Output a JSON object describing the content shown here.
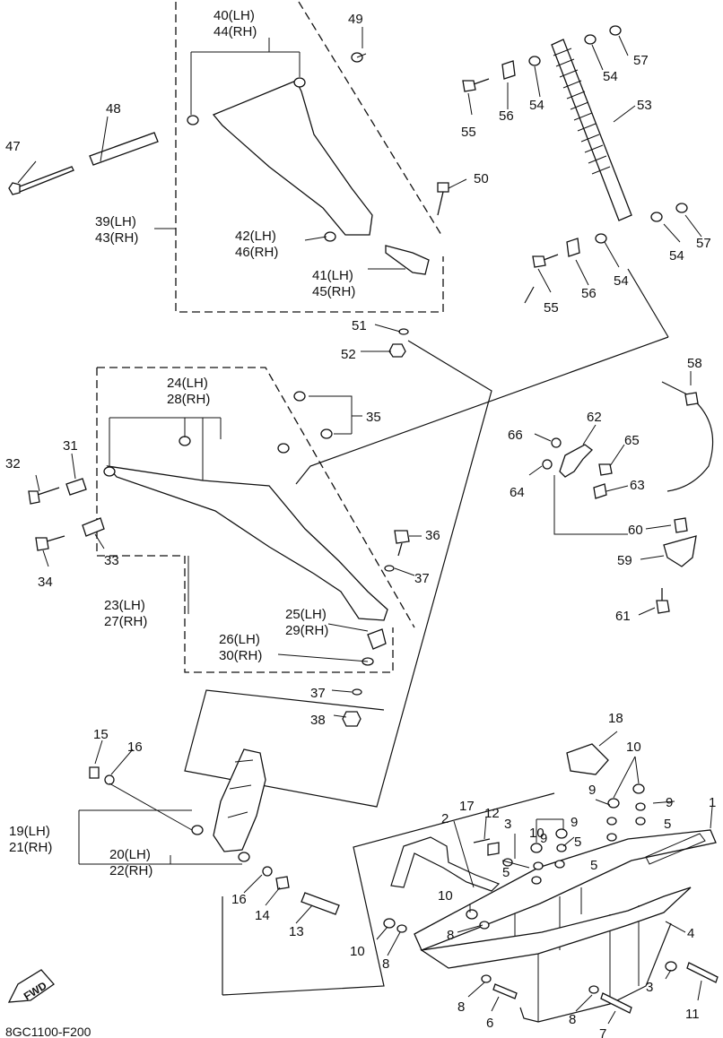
{
  "diagram_code": "8GC1100-F200",
  "fwd_label": "FWD",
  "callouts": [
    {
      "id": "c40",
      "text": "40(LH)"
    },
    {
      "id": "c44",
      "text": "44(RH)"
    },
    {
      "id": "c49",
      "text": "49"
    },
    {
      "id": "c48",
      "text": "48"
    },
    {
      "id": "c47",
      "text": "47"
    },
    {
      "id": "c39",
      "text": "39(LH)"
    },
    {
      "id": "c43",
      "text": "43(RH)"
    },
    {
      "id": "c42",
      "text": "42(LH)"
    },
    {
      "id": "c46",
      "text": "46(RH)"
    },
    {
      "id": "c41",
      "text": "41(LH)"
    },
    {
      "id": "c45",
      "text": "45(RH)"
    },
    {
      "id": "c50",
      "text": "50"
    },
    {
      "id": "c51",
      "text": "51"
    },
    {
      "id": "c52",
      "text": "52"
    },
    {
      "id": "c57a",
      "text": "57"
    },
    {
      "id": "c54a",
      "text": "54"
    },
    {
      "id": "c54b",
      "text": "54"
    },
    {
      "id": "c56a",
      "text": "56"
    },
    {
      "id": "c55a",
      "text": "55"
    },
    {
      "id": "c53",
      "text": "53"
    },
    {
      "id": "c54c",
      "text": "54"
    },
    {
      "id": "c57b",
      "text": "57"
    },
    {
      "id": "c54d",
      "text": "54"
    },
    {
      "id": "c56b",
      "text": "56"
    },
    {
      "id": "c55b",
      "text": "55"
    },
    {
      "id": "c24",
      "text": "24(LH)"
    },
    {
      "id": "c28",
      "text": "28(RH)"
    },
    {
      "id": "c35",
      "text": "35"
    },
    {
      "id": "c31",
      "text": "31"
    },
    {
      "id": "c32",
      "text": "32"
    },
    {
      "id": "c33",
      "text": "33"
    },
    {
      "id": "c34",
      "text": "34"
    },
    {
      "id": "c36",
      "text": "36"
    },
    {
      "id": "c37a",
      "text": "37"
    },
    {
      "id": "c23",
      "text": "23(LH)"
    },
    {
      "id": "c27",
      "text": "27(RH)"
    },
    {
      "id": "c25",
      "text": "25(LH)"
    },
    {
      "id": "c29",
      "text": "29(RH)"
    },
    {
      "id": "c26",
      "text": "26(LH)"
    },
    {
      "id": "c30",
      "text": "30(RH)"
    },
    {
      "id": "c37b",
      "text": "37"
    },
    {
      "id": "c38",
      "text": "38"
    },
    {
      "id": "c58",
      "text": "58"
    },
    {
      "id": "c62",
      "text": "62"
    },
    {
      "id": "c66",
      "text": "66"
    },
    {
      "id": "c65",
      "text": "65"
    },
    {
      "id": "c64",
      "text": "64"
    },
    {
      "id": "c63",
      "text": "63"
    },
    {
      "id": "c60",
      "text": "60"
    },
    {
      "id": "c59",
      "text": "59"
    },
    {
      "id": "c61",
      "text": "61"
    },
    {
      "id": "c15",
      "text": "15"
    },
    {
      "id": "c16a",
      "text": "16"
    },
    {
      "id": "c19",
      "text": "19(LH)"
    },
    {
      "id": "c21",
      "text": "21(RH)"
    },
    {
      "id": "c20",
      "text": "20(LH)"
    },
    {
      "id": "c22",
      "text": "22(RH)"
    },
    {
      "id": "c16b",
      "text": "16"
    },
    {
      "id": "c14",
      "text": "14"
    },
    {
      "id": "c13",
      "text": "13"
    },
    {
      "id": "c18",
      "text": "18"
    },
    {
      "id": "c10a",
      "text": "10"
    },
    {
      "id": "c9a",
      "text": "9"
    },
    {
      "id": "c9b",
      "text": "9"
    },
    {
      "id": "c5a",
      "text": "5"
    },
    {
      "id": "c1",
      "text": "1"
    },
    {
      "id": "c17",
      "text": "17"
    },
    {
      "id": "c12",
      "text": "12"
    },
    {
      "id": "c3a",
      "text": "3"
    },
    {
      "id": "c10b",
      "text": "10"
    },
    {
      "id": "c9c",
      "text": "9"
    },
    {
      "id": "c9d",
      "text": "9"
    },
    {
      "id": "c5b",
      "text": "5"
    },
    {
      "id": "c5c",
      "text": "5"
    },
    {
      "id": "c2",
      "text": "2"
    },
    {
      "id": "c5d",
      "text": "5"
    },
    {
      "id": "c10c",
      "text": "10"
    },
    {
      "id": "c8a",
      "text": "8"
    },
    {
      "id": "c10d",
      "text": "10"
    },
    {
      "id": "c8b",
      "text": "8"
    },
    {
      "id": "c4",
      "text": "4"
    },
    {
      "id": "c3b",
      "text": "3"
    },
    {
      "id": "c11",
      "text": "11"
    },
    {
      "id": "c8c",
      "text": "8"
    },
    {
      "id": "c6",
      "text": "6"
    },
    {
      "id": "c8d",
      "text": "8"
    },
    {
      "id": "c7",
      "text": "7"
    }
  ]
}
